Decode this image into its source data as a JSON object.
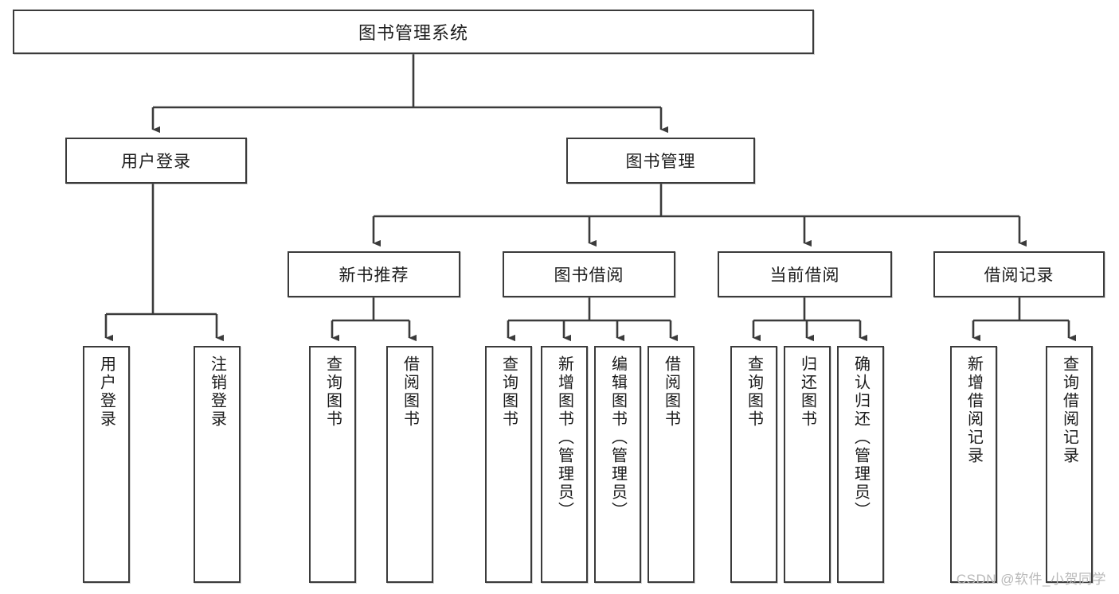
{
  "diagram": {
    "title": "图书管理系统",
    "watermark": "CSDN @软件_小贺同学",
    "stroke_color": "#3b3b3b",
    "fill_color": "#ffffff",
    "text_color": "#1a1a1a",
    "watermark_color": "#b9b9b9",
    "type": "tree-hierarchy",
    "levels": 4
  },
  "nodes": {
    "root": {
      "label": "图书管理系统"
    },
    "level2": [
      {
        "label": "用户登录"
      },
      {
        "label": "图书管理"
      }
    ],
    "level3": [
      {
        "label": "新书推荐"
      },
      {
        "label": "图书借阅"
      },
      {
        "label": "当前借阅"
      },
      {
        "label": "借阅记录"
      }
    ],
    "leaves_user_login": [
      {
        "label": "用户登录"
      },
      {
        "label": "注销登录"
      }
    ],
    "leaves_new_book": [
      {
        "label": "查询图书"
      },
      {
        "label": "借阅图书"
      }
    ],
    "leaves_borrow": [
      {
        "label": "查询图书"
      },
      {
        "label": "新增图书（管理员）"
      },
      {
        "label": "编辑图书（管理员）"
      },
      {
        "label": "借阅图书"
      }
    ],
    "leaves_current": [
      {
        "label": "查询图书"
      },
      {
        "label": "归还图书"
      },
      {
        "label": "确认归还（管理员）"
      }
    ],
    "leaves_records": [
      {
        "label": "新增借阅记录"
      },
      {
        "label": "查询借阅记录"
      }
    ]
  }
}
